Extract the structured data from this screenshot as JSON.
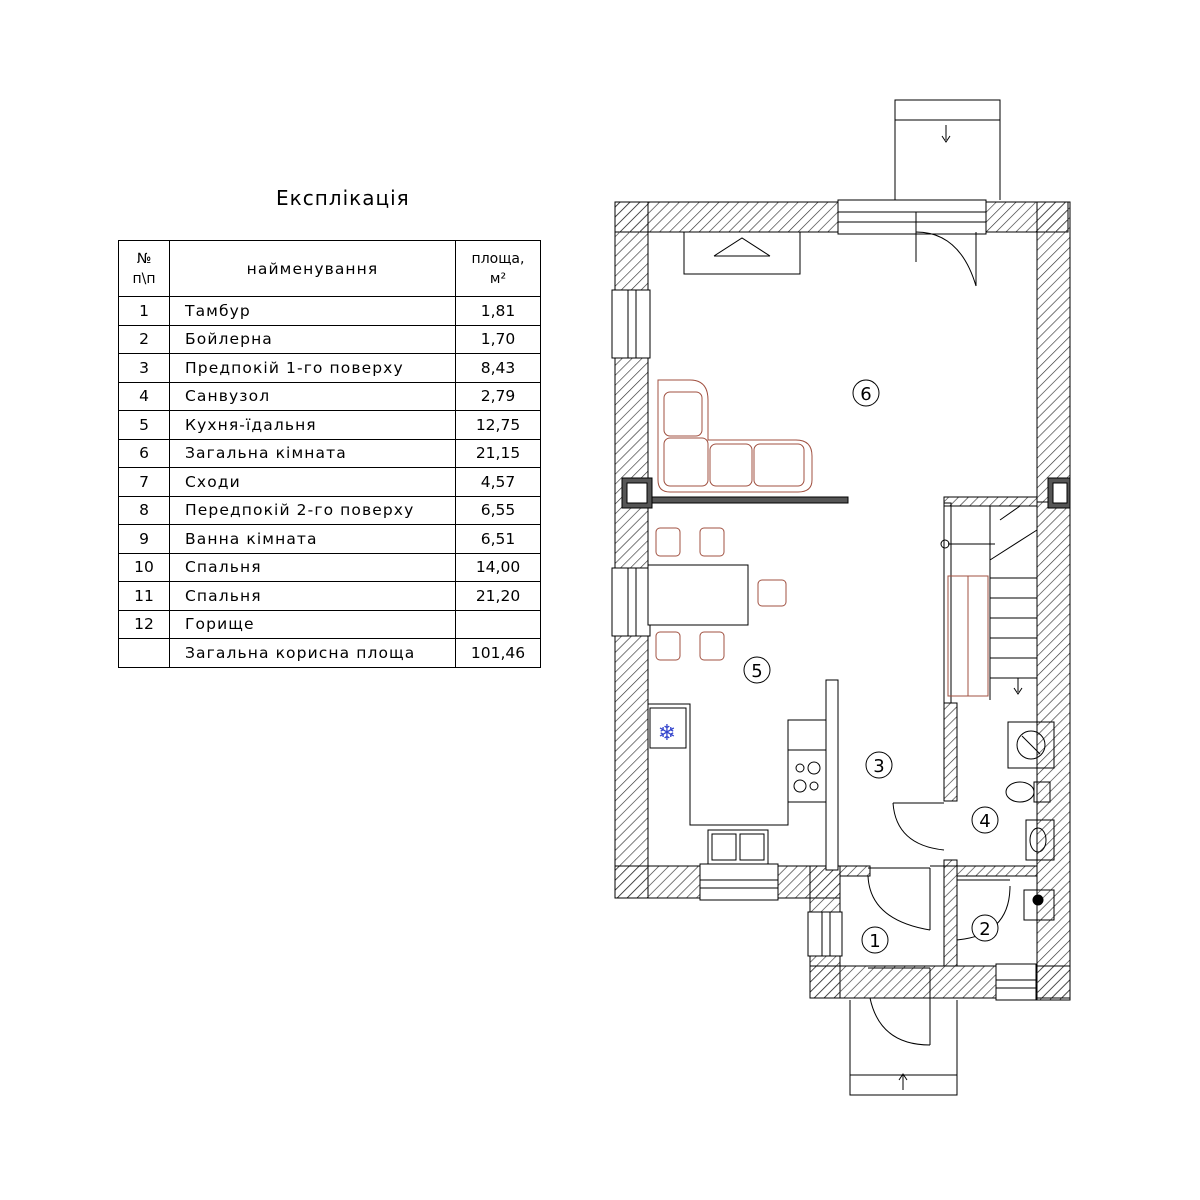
{
  "title": "Експлікація",
  "table": {
    "headers": {
      "num": "№ п\\п",
      "name": "найменування",
      "area": "площа, м²"
    },
    "rows": [
      {
        "num": "1",
        "name": "Тамбур",
        "area": "1,81"
      },
      {
        "num": "2",
        "name": "Бойлерна",
        "area": "1,70"
      },
      {
        "num": "3",
        "name": "Предпокій 1-го поверху",
        "area": "8,43"
      },
      {
        "num": "4",
        "name": "Санвузол",
        "area": "2,79"
      },
      {
        "num": "5",
        "name": "Кухня-їдальня",
        "area": "12,75"
      },
      {
        "num": "6",
        "name": "Загальна кімната",
        "area": "21,15"
      },
      {
        "num": "7",
        "name": "Сходи",
        "area": "4,57"
      },
      {
        "num": "8",
        "name": "Передпокій 2-го поверху",
        "area": "6,55"
      },
      {
        "num": "9",
        "name": "Ванна кімната",
        "area": "6,51"
      },
      {
        "num": "10",
        "name": "Спальня",
        "area": "14,00"
      },
      {
        "num": "11",
        "name": "Спальня",
        "area": "21,20"
      },
      {
        "num": "12",
        "name": "Горище",
        "area": ""
      },
      {
        "num": "",
        "name": "Загальна корисна площа",
        "area": "101,46"
      }
    ]
  },
  "plan": {
    "room_labels": [
      "1",
      "2",
      "3",
      "4",
      "5",
      "6"
    ]
  }
}
